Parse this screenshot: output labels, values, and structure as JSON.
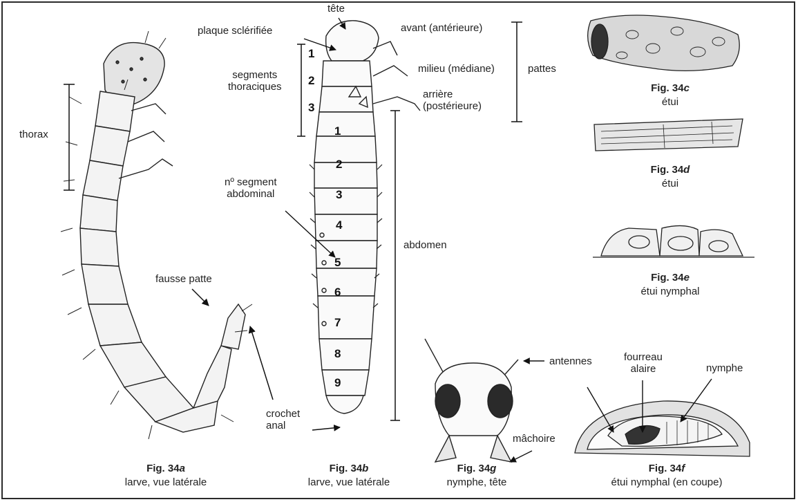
{
  "labels": {
    "thorax": "thorax",
    "fausse_patte": "fausse patte",
    "crochet_anal": "crochet\nanal",
    "tete": "tête",
    "plaque": "plaque sclérifiée",
    "segments_thoraciques": "segments\nthoraciques",
    "avant": "avant (antérieure)",
    "milieu": "milieu (médiane)",
    "arriere": "arrière\n(postérieure)",
    "pattes": "pattes",
    "segment_abdominal": "nº segment\nabdominal",
    "abdomen": "abdomen",
    "antennes": "antennes",
    "machoire": "mâchoire",
    "fourreau": "fourreau\nalaire",
    "nymphe": "nymphe"
  },
  "thoracic_numbers": [
    "1",
    "2",
    "3"
  ],
  "abdominal_numbers": [
    "1",
    "2",
    "3",
    "4",
    "5",
    "6",
    "7",
    "8",
    "9"
  ],
  "captions": {
    "a": {
      "fig": "Fig. 34",
      "letter": "a",
      "text": "larve, vue latérale"
    },
    "b": {
      "fig": "Fig. 34",
      "letter": "b",
      "text": "larve, vue latérale"
    },
    "g": {
      "fig": "Fig. 34",
      "letter": "g",
      "text": "nymphe, tête"
    },
    "f": {
      "fig": "Fig. 34",
      "letter": "f",
      "text": "étui nymphal (en coupe)"
    },
    "c": {
      "fig": "Fig. 34",
      "letter": "c",
      "text": "étui"
    },
    "d": {
      "fig": "Fig. 34",
      "letter": "d",
      "text": "étui"
    },
    "e": {
      "fig": "Fig. 34",
      "letter": "e",
      "text": "étui nymphal"
    }
  }
}
